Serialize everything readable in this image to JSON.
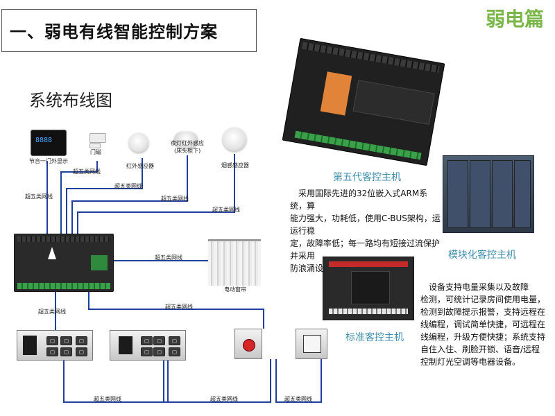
{
  "header": {
    "title": "一、弱电有线智能控制方案",
    "tag": "弱电篇"
  },
  "diagram": {
    "title": "系统布线图",
    "devices": {
      "switch_panel": "节合一门外显示",
      "door_contact": "门磁",
      "ir_sensor": "红外感应器",
      "night_ir_sensor": "夜灯红外感应",
      "night_ir_sensor_note": "(床头柜下)",
      "smoke_sensor": "烟感感应器",
      "curtain": "电动窗帘"
    },
    "cable_label": "超五类网线"
  },
  "products": {
    "gen5": {
      "caption": "第五代客控主机",
      "description_lines": [
        "采用国际先进的32位嵌入式ARM系统，算",
        "能力强大，功耗低，使用C-BUS架构，运运行稳",
        "定，故障率低；每一路均有短接过流保护并采用",
        "防浪涌设计，提高使用寿命；"
      ]
    },
    "modular": {
      "caption": "模块化客控主机"
    },
    "standard": {
      "caption": "标准客控主机",
      "description_lines": [
        "设备支持电量采集以及故障",
        "检测，可统计记录房间使用电量，",
        "检测到故障提示报警，支持远程在",
        "线编程，调试简单快捷，可远程在",
        "线编程，升级方便快捷；系统支持",
        "自住入住、刷脸开锁、语音/远程",
        "控制灯光空调等电器设备。"
      ]
    }
  },
  "colors": {
    "wire": "#1f3f9a",
    "accent_green": "#7ab648",
    "caption_blue": "#3f8fae"
  }
}
